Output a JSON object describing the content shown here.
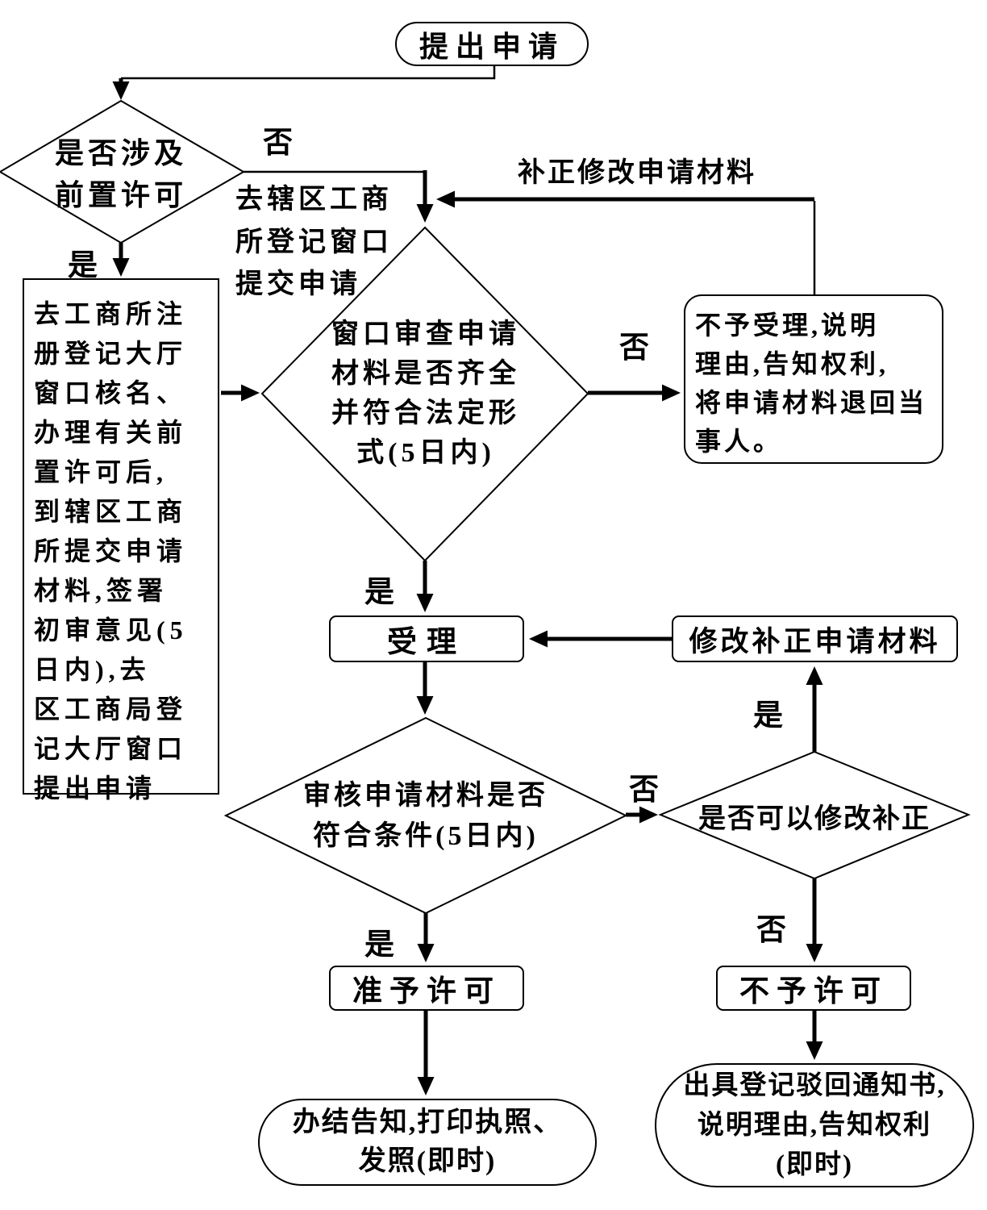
{
  "diagram": {
    "nodes": {
      "start": "提出申请",
      "prelicense": "是否涉及\n前置许可",
      "window_note": "去辖区工商\n所登记窗口\n提交申请",
      "left_process": "去工商所注\n册登记大厅\n窗口核名、\n办理有关前\n置许可后,\n到辖区工商\n所提交申请\n材料,签署\n初审意见(5\n日内),去\n区工商局登\n记大厅窗口\n提出申请",
      "window_review": "窗口审查申请\n材料是否齐全\n并符合法定形\n式(5日内)",
      "reject_acceptance": "不予受理,说明\n理由,告知权利,\n将申请材料退回当\n事人。",
      "accept": "受理",
      "modify_materials": "修改补正申请材料",
      "audit": "审核申请材料是否\n符合条件(5日内)",
      "can_modify": "是否可以修改补正",
      "grant": "准予许可",
      "deny": "不予许可",
      "finish": "办结告知,打印执照、\n发照(即时)",
      "rejection_notice": "出具登记驳回通知书,\n说明理由,告知权利\n(即时)"
    },
    "labels": {
      "return_path": "补正修改申请材料",
      "prelicense_no": "否",
      "prelicense_yes": "是",
      "review_no": "否",
      "review_yes": "是",
      "audit_no": "否",
      "audit_yes": "是",
      "can_modify_yes": "是",
      "can_modify_no": "否"
    },
    "colors": {
      "line": "#000000",
      "background": "#ffffff",
      "text": "#000000"
    }
  }
}
